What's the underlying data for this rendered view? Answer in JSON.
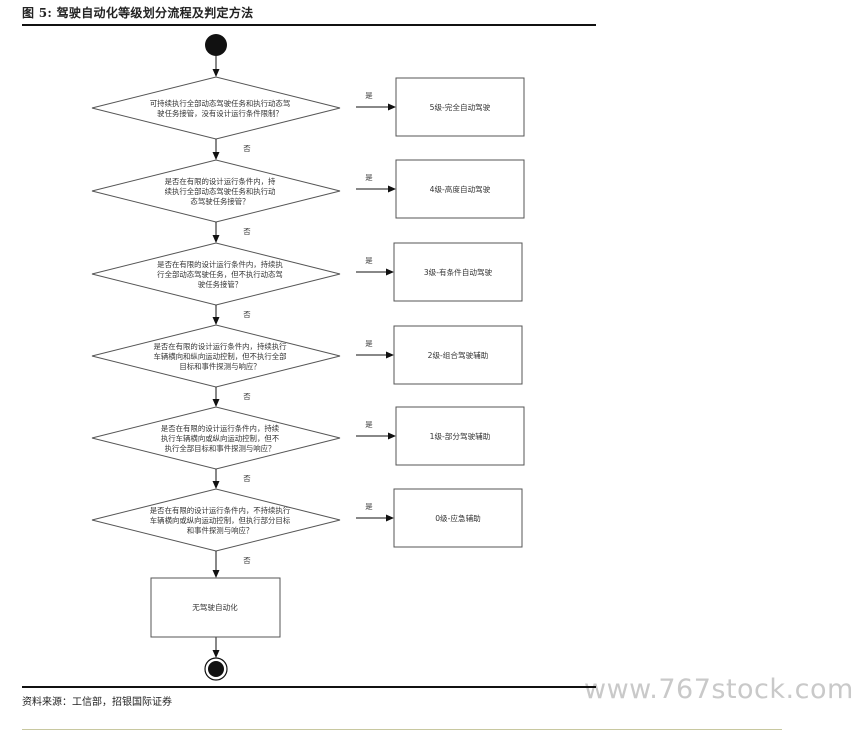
{
  "header": {
    "title": "图 5: 驾驶自动化等级划分流程及判定方法"
  },
  "flow": {
    "yes": "是",
    "no": "否",
    "questions": [
      {
        "lines": [
          "可持续执行全部动态驾驶任务和执行动态驾",
          "驶任务接管，没有设计运行条件限制？"
        ]
      },
      {
        "lines": [
          "是否在有限的设计运行条件内，持",
          "续执行全部动态驾驶任务和执行动",
          "态驾驶任务接管？"
        ]
      },
      {
        "lines": [
          "是否在有限的设计运行条件内，持续执",
          "行全部动态驾驶任务，但不执行动态驾",
          "驶任务接管？"
        ]
      },
      {
        "lines": [
          "是否在有限的设计运行条件内，持续执行",
          "车辆横向和纵向运动控制，但不执行全部",
          "目标和事件探测与响应？"
        ]
      },
      {
        "lines": [
          "是否在有限的设计运行条件内，持续",
          "执行车辆横向或纵向运动控制，但不",
          "执行全部目标和事件探测与响应？"
        ]
      },
      {
        "lines": [
          "是否在有限的设计运行条件内，不持续执行",
          "车辆横向或纵向运动控制，但执行部分目标",
          "和事件探测与响应？"
        ]
      }
    ],
    "levels": [
      "5级-完全自动驾驶",
      "4级-高度自动驾驶",
      "3级-有条件自动驾驶",
      "2级-组合驾驶辅助",
      "1级-部分驾驶辅助",
      "0级-应急辅助"
    ],
    "final": "无驾驶自动化"
  },
  "footer": {
    "source": "资料来源：工信部，招银国际证券",
    "watermark": "www.767stock.com"
  }
}
